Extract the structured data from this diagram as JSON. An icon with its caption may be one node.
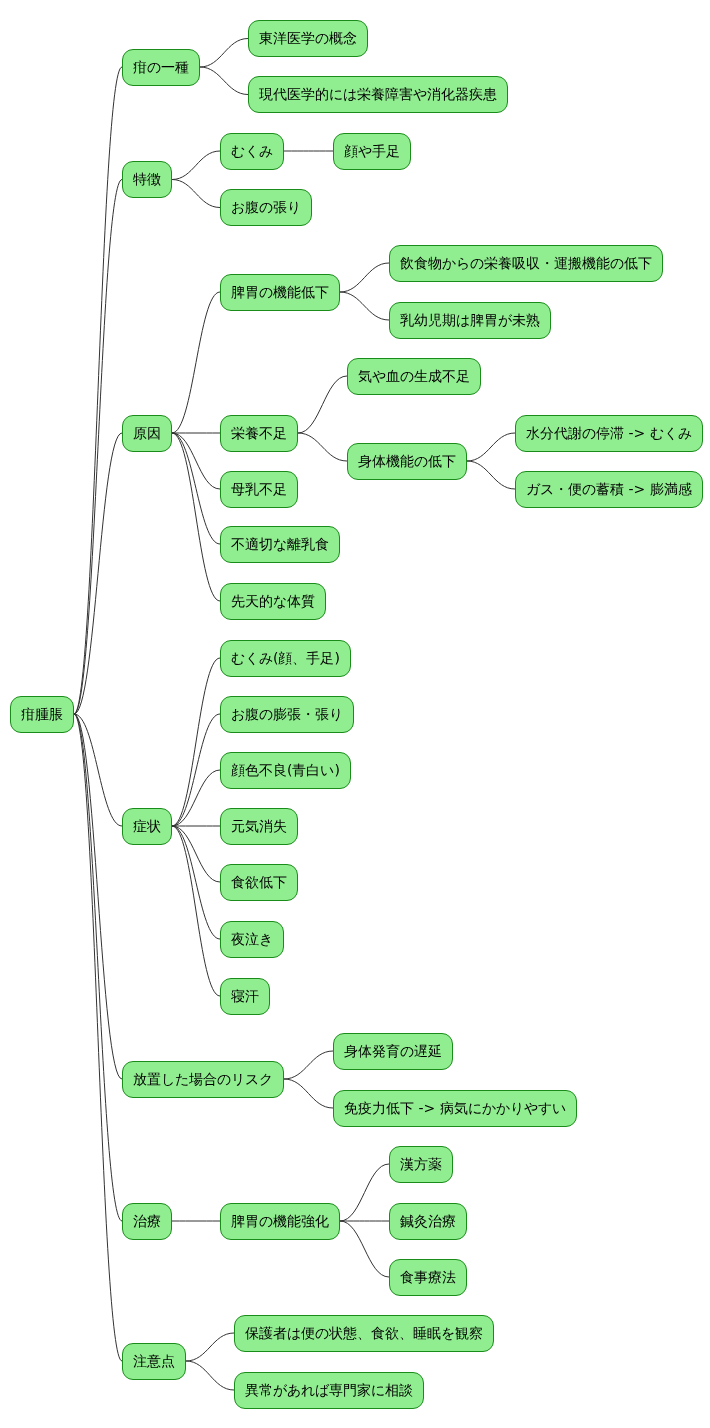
{
  "diagram": {
    "nodes": [
      {
        "text": [
          "疳腫脹"
        ]
      },
      {
        "text": [
          "疳の一種"
        ]
      },
      {
        "text": [
          "東洋医学の概念"
        ]
      },
      {
        "text": [
          "現代医学的には栄養障害や消化器疾患"
        ]
      },
      {
        "text": [
          "特徴"
        ]
      },
      {
        "text": [
          "むくみ"
        ]
      },
      {
        "text": [
          "顔や手足"
        ]
      },
      {
        "text": [
          "お腹の張り"
        ]
      },
      {
        "text": [
          "原因"
        ]
      },
      {
        "text": [
          "脾胃の機能低下"
        ]
      },
      {
        "text": [
          "飲食物からの栄養吸収・運搬機能の低下"
        ]
      },
      {
        "text": [
          "乳幼児期は脾胃が未熟"
        ]
      },
      {
        "text": [
          "栄養不足"
        ]
      },
      {
        "text": [
          "気や血の生成不足"
        ]
      },
      {
        "text": [
          "身体機能の低下"
        ]
      },
      {
        "text": [
          "水分代謝の停滞 -> むくみ"
        ]
      },
      {
        "text": [
          "ガス・便の蓄積 -> 膨満感"
        ]
      },
      {
        "text": [
          "母乳不足"
        ]
      },
      {
        "text": [
          "不適切な離乳食"
        ]
      },
      {
        "text": [
          "先天的な体質"
        ]
      },
      {
        "text": [
          "症状"
        ]
      },
      {
        "text": [
          "むくみ(顔、手足)"
        ]
      },
      {
        "text": [
          "お腹の膨張・張り"
        ]
      },
      {
        "text": [
          "顔色不良(青白い)"
        ]
      },
      {
        "text": [
          "元気消失"
        ]
      },
      {
        "text": [
          "食欲低下"
        ]
      },
      {
        "text": [
          "夜泣き"
        ]
      },
      {
        "text": [
          "寝汗"
        ]
      },
      {
        "text": [
          "放置した場合のリスク"
        ]
      },
      {
        "text": [
          "身体発育の遅延"
        ]
      },
      {
        "text": [
          "免疫力低下 -> 病気にかかりやすい"
        ]
      },
      {
        "text": [
          "治療"
        ]
      },
      {
        "text": [
          "脾胃の機能強化"
        ]
      },
      {
        "text": [
          "漢方薬"
        ]
      },
      {
        "text": [
          "鍼灸治療"
        ]
      },
      {
        "text": [
          "食事療法"
        ]
      },
      {
        "text": [
          "注意点"
        ]
      },
      {
        "text": [
          "保護者は便の状態、食欲、睡眠を観察"
        ]
      },
      {
        "text": [
          "異常があれば専門家に相談"
        ]
      }
    ],
    "edges": [
      {
        "from": 0,
        "to": 1,
        "arrow": "none"
      },
      {
        "from": 1,
        "to": 2,
        "arrow": "none"
      },
      {
        "from": 1,
        "to": 3,
        "arrow": "none"
      },
      {
        "from": 0,
        "to": 4,
        "arrow": "none"
      },
      {
        "from": 4,
        "to": 5,
        "arrow": "none"
      },
      {
        "from": 5,
        "to": 6,
        "arrow": "none"
      },
      {
        "from": 4,
        "to": 7,
        "arrow": "none"
      },
      {
        "from": 0,
        "to": 8,
        "arrow": "none"
      },
      {
        "from": 8,
        "to": 9,
        "arrow": "none"
      },
      {
        "from": 9,
        "to": 10,
        "arrow": "none"
      },
      {
        "from": 9,
        "to": 11,
        "arrow": "none"
      },
      {
        "from": 8,
        "to": 12,
        "arrow": "none"
      },
      {
        "from": 12,
        "to": 13,
        "arrow": "none"
      },
      {
        "from": 12,
        "to": 14,
        "arrow": "none"
      },
      {
        "from": 14,
        "to": 15,
        "arrow": "none"
      },
      {
        "from": 14,
        "to": 16,
        "arrow": "none"
      },
      {
        "from": 8,
        "to": 17,
        "arrow": "none"
      },
      {
        "from": 8,
        "to": 18,
        "arrow": "none"
      },
      {
        "from": 8,
        "to": 19,
        "arrow": "none"
      },
      {
        "from": 0,
        "to": 20,
        "arrow": "none"
      },
      {
        "from": 20,
        "to": 21,
        "arrow": "none"
      },
      {
        "from": 20,
        "to": 22,
        "arrow": "none"
      },
      {
        "from": 20,
        "to": 23,
        "arrow": "none"
      },
      {
        "from": 20,
        "to": 24,
        "arrow": "none"
      },
      {
        "from": 20,
        "to": 25,
        "arrow": "none"
      },
      {
        "from": 20,
        "to": 26,
        "arrow": "none"
      },
      {
        "from": 20,
        "to": 27,
        "arrow": "none"
      },
      {
        "from": 0,
        "to": 28,
        "arrow": "none"
      },
      {
        "from": 28,
        "to": 29,
        "arrow": "none"
      },
      {
        "from": 28,
        "to": 30,
        "arrow": "none"
      },
      {
        "from": 0,
        "to": 31,
        "arrow": "none"
      },
      {
        "from": 31,
        "to": 32,
        "arrow": "none"
      },
      {
        "from": 32,
        "to": 33,
        "arrow": "none"
      },
      {
        "from": 32,
        "to": 34,
        "arrow": "none"
      },
      {
        "from": 32,
        "to": 35,
        "arrow": "none"
      },
      {
        "from": 0,
        "to": 36,
        "arrow": "none"
      },
      {
        "from": 36,
        "to": 37,
        "arrow": "none"
      },
      {
        "from": 36,
        "to": 38,
        "arrow": "none"
      }
    ]
  }
}
